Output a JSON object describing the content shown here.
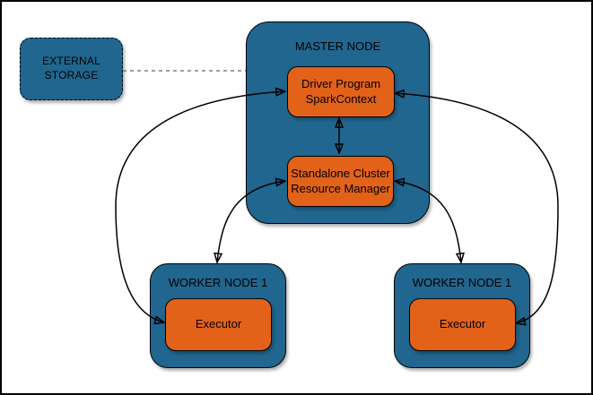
{
  "diagram": {
    "external_storage": {
      "label_line1": "EXTERNAL",
      "label_line2": "STORAGE"
    },
    "master_node": {
      "title": "MASTER NODE",
      "driver_program": {
        "line1": "Driver Program",
        "line2": "SparkContext"
      },
      "resource_manager": {
        "line1": "Standalone Cluster",
        "line2": "Resource Manager"
      }
    },
    "workers": [
      {
        "title": "WORKER NODE 1",
        "executor_label": "Executor"
      },
      {
        "title": "WORKER NODE 1",
        "executor_label": "Executor"
      }
    ],
    "connections": [
      "external-storage -- master-node (dashed)",
      "driver-program <-> resource-manager",
      "driver-program <-> executor-left",
      "driver-program <-> executor-right",
      "resource-manager <-> worker-node-left",
      "resource-manager <-> worker-node-right"
    ],
    "colors": {
      "node_blue": "#20668E",
      "box_orange": "#E2621A",
      "outline": "#000000",
      "dashed_connector": "#666666",
      "background": "#FFFFFF"
    }
  }
}
